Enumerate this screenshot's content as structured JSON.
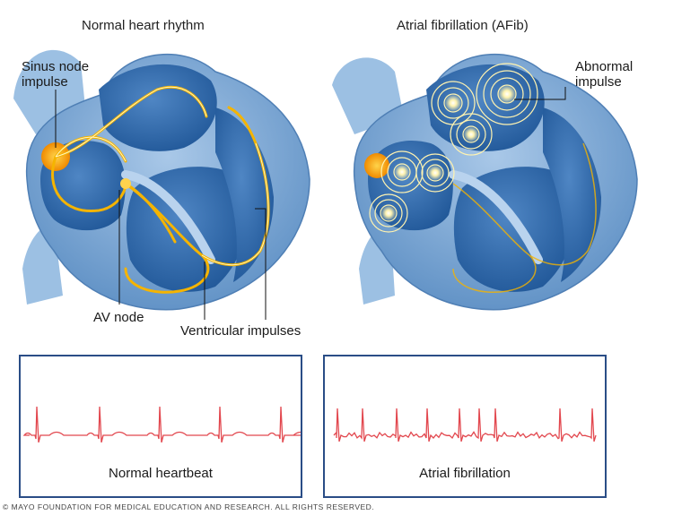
{
  "titles": {
    "normal": "Normal heart rhythm",
    "afib": "Atrial fibrillation (AFib)"
  },
  "labels": {
    "sinus_node_line1": "Sinus node",
    "sinus_node_line2": "impulse",
    "av_node": "AV node",
    "ventricular_impulses": "Ventricular impulses",
    "abnormal_line1": "Abnormal",
    "abnormal_line2": "impulse"
  },
  "ecg": {
    "normal_caption": "Normal heartbeat",
    "afib_caption": "Atrial fibrillation",
    "trace_color": "#e2474e",
    "border_color": "#2a4d86"
  },
  "colors": {
    "heart_wall": "#6f9fd0",
    "heart_chamber": "#2f67a8",
    "impulse": "#f5b400"
  },
  "copyright": "© MAYO FOUNDATION FOR MEDICAL EDUCATION AND RESEARCH. ALL RIGHTS RESERVED."
}
